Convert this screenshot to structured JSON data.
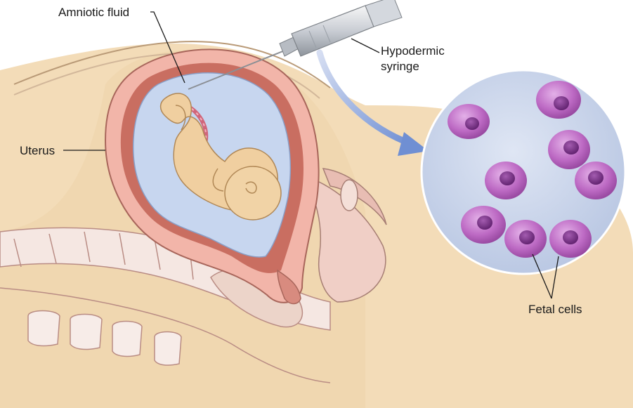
{
  "labels": {
    "amniotic_fluid": "Amniotic fluid",
    "uterus": "Uterus",
    "syringe_line1": "Hypodermic",
    "syringe_line2": "syringe",
    "fetal_cells": "Fetal cells"
  },
  "colors": {
    "skin": "#f1d9b3",
    "uterus_wall": "#e8a9a0",
    "uterus_inner": "#c97b6c",
    "amniotic": "#c8d7ef",
    "fetus": "#f0cfa0",
    "cord": "#d0667a",
    "spine": "#f4e4e0",
    "circle_bg": "#c9d4ea",
    "cell": "#b862be",
    "cell_nucleus": "#7e2f8c",
    "arrow": "#8ea4d8"
  },
  "icons": {
    "syringe": "hypodermic-syringe-icon",
    "arrow": "curved-arrow-icon"
  }
}
